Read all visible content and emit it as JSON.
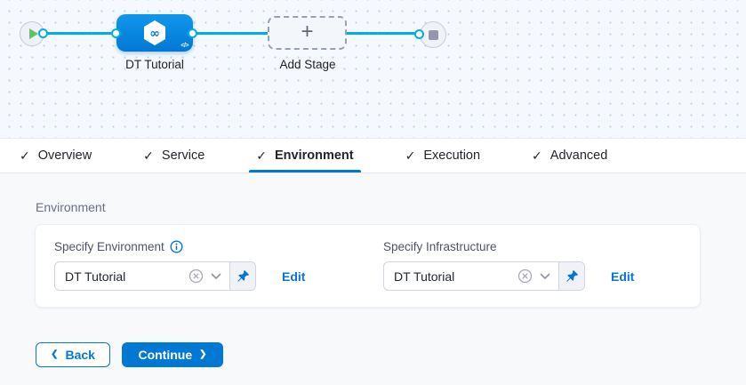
{
  "pipeline": {
    "stage_label": "DT Tutorial",
    "add_stage_label": "Add Stage",
    "plus_glyph": "+",
    "infinity_glyph": "∞",
    "code_glyph": "</>",
    "icons": {
      "start": "play-icon",
      "stage": "harness-hexagon-icon",
      "end": "stop-icon"
    }
  },
  "tabs": {
    "check_glyph": "✓",
    "active": "Environment",
    "items": [
      {
        "label": "Overview",
        "checked": true
      },
      {
        "label": "Service",
        "checked": true
      },
      {
        "label": "Environment",
        "checked": true
      },
      {
        "label": "Execution",
        "checked": true
      },
      {
        "label": "Advanced",
        "checked": true
      }
    ]
  },
  "environment_section": {
    "heading": "Environment",
    "env_field": {
      "label": "Specify Environment",
      "value": "DT Tutorial",
      "edit_label": "Edit",
      "has_info_icon": true
    },
    "infra_field": {
      "label": "Specify Infrastructure",
      "value": "DT Tutorial",
      "edit_label": "Edit",
      "has_info_icon": false
    }
  },
  "footer": {
    "back_label": "Back",
    "continue_label": "Continue",
    "back_chevron": "❮",
    "continue_chevron": "❯"
  },
  "colors": {
    "accent_blue": "#0278d5",
    "connector_cyan": "#00ade4",
    "stage_node_blue": "#0b8de4",
    "play_green": "#61c263",
    "stop_gray": "#9496ad",
    "canvas_bg": "#f5f9fd",
    "content_bg": "#f7f9fb"
  }
}
